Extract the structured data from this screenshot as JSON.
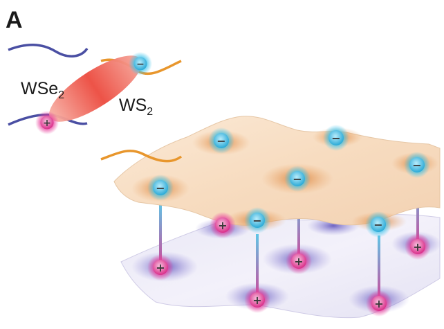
{
  "figure": {
    "panel_label": "A",
    "materials": {
      "wse2": {
        "base": "WSe",
        "subscript": "2"
      },
      "ws2": {
        "base": "WS",
        "subscript": "2"
      }
    },
    "charge_signs": {
      "electron": "−",
      "hole": "+"
    },
    "colors": {
      "wse2_band": "#4a4fa3",
      "ws2_band": "#e8962c",
      "exciton": "#e8453c",
      "electron": "#2fb8e0",
      "hole": "#e0308f",
      "top_layer": "#e08a3a",
      "bottom_layer": "#6a5cc8"
    }
  }
}
